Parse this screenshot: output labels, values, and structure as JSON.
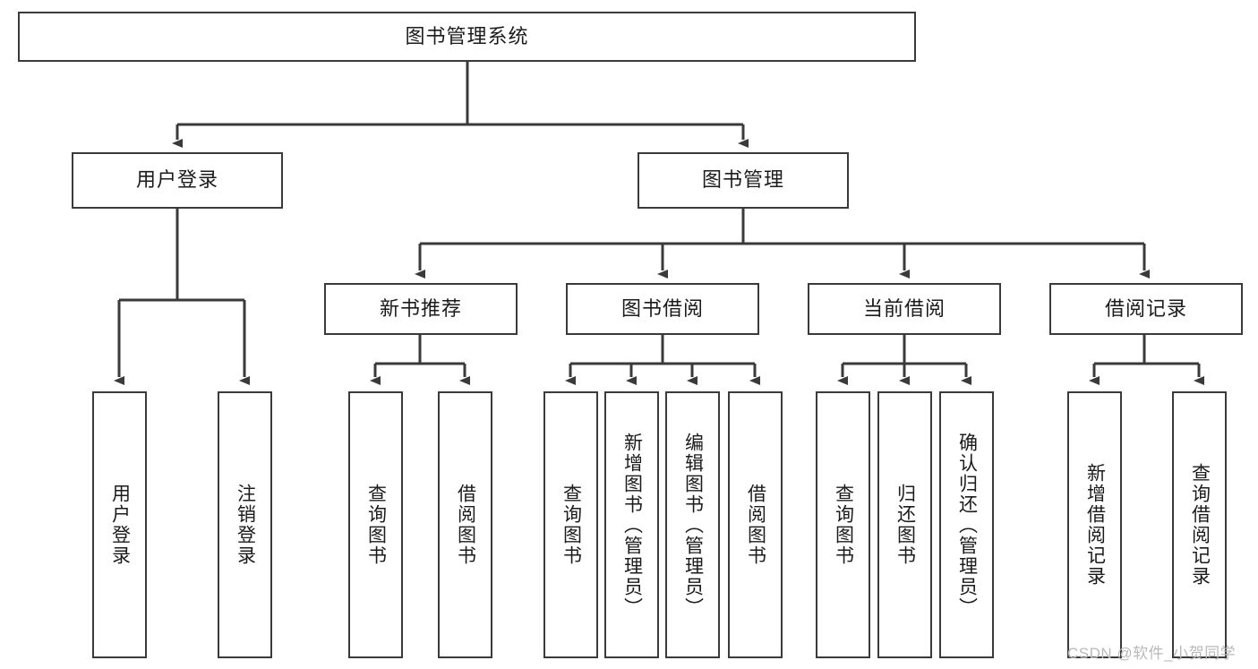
{
  "diagram": {
    "title": "图书管理系统",
    "type": "hierarchy-tree",
    "colors": {
      "background": "#ffffff",
      "node_border": "#3a3a3a",
      "node_fill": "#ffffff",
      "edge": "#3a3a3a",
      "text": "#1b1b1b",
      "watermark": "#b9b9b9"
    },
    "levels": {
      "root": {
        "label": "图书管理系统"
      },
      "level2": [
        {
          "label": "用户登录"
        },
        {
          "label": "图书管理"
        }
      ],
      "level3": [
        {
          "label": "新书推荐"
        },
        {
          "label": "图书借阅"
        },
        {
          "label": "当前借阅"
        },
        {
          "label": "借阅记录"
        }
      ],
      "leaves": {
        "user_login": [
          {
            "label": "用户登录"
          },
          {
            "label": "注销登录"
          }
        ],
        "new_book_recommend": [
          {
            "label": "查询图书"
          },
          {
            "label": "借阅图书"
          }
        ],
        "book_borrow": [
          {
            "label": "查询图书"
          },
          {
            "label": "新增图书（管理员）"
          },
          {
            "label": "编辑图书（管理员）"
          },
          {
            "label": "借阅图书"
          }
        ],
        "current_borrow": [
          {
            "label": "查询图书"
          },
          {
            "label": "归还图书"
          },
          {
            "label": "确认归还（管理员）"
          }
        ],
        "borrow_record": [
          {
            "label": "新增借阅记录"
          },
          {
            "label": "查询借阅记录"
          }
        ]
      }
    }
  },
  "watermark": {
    "text": "CSDN @软件_小贺同学"
  }
}
